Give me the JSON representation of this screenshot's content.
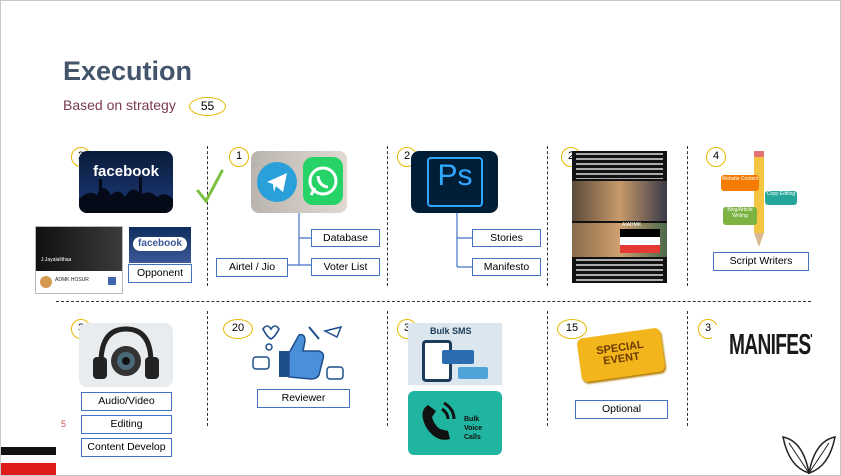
{
  "title": "Execution",
  "subtitle": "Based on strategy",
  "total_count": "55",
  "page_number": "5",
  "top_row": {
    "facebook": {
      "count": "2",
      "logo_text": "facebook",
      "opponent_label": "Opponent",
      "page_name": "J.Jayalalithaa",
      "profile_name": "ADMK HOSUR",
      "mini_logo": "facebook"
    },
    "messengers": {
      "count": "1",
      "source_label": "Airtel / Jio",
      "targets": [
        "Database",
        "Voter List"
      ]
    },
    "photoshop": {
      "count": "2",
      "logo_text": "Ps",
      "targets": [
        "Stories",
        "Manifesto"
      ]
    },
    "memes": {
      "count": "2",
      "party_label": "AIADMK"
    },
    "writers": {
      "count": "4",
      "tags": [
        "Website Content",
        "Copy Editing",
        "Blog/Article Writing"
      ],
      "label": "Script Writers"
    }
  },
  "bottom_row": {
    "media": {
      "count": "3",
      "labels": [
        "Audio/Video",
        "Editing",
        "Content Develop"
      ]
    },
    "reviewer": {
      "count": "20",
      "label": "Reviewer"
    },
    "sms": {
      "count": "3",
      "sms_label": "Bulk SMS",
      "voice_label": "Bulk Voice Calls"
    },
    "event": {
      "count": "15",
      "ticket_text": "SPECIAL EVENT",
      "label": "Optional"
    },
    "manifesto": {
      "count": "3",
      "logo_text": "MANIFESTO"
    }
  },
  "colors": {
    "title": "#44546a",
    "subtitle": "#7a3a4a",
    "badge_border": "#e8b800",
    "box_border": "#4472c4",
    "facebook_blue": "#3b5998",
    "telegram": "#2aa0da",
    "whatsapp": "#25d366",
    "photoshop": "#31a8ff",
    "check": "#7cc242"
  }
}
